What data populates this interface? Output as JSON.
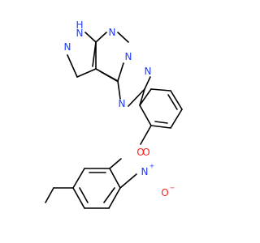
{
  "molecule": {
    "atoms": {
      "nh": {
        "symbol": "N",
        "hydrogen": "H",
        "color": "#1f3cff"
      },
      "n_pyrazole": {
        "symbol": "N",
        "color": "#1f3cff"
      },
      "n_pyrimidine": {
        "symbol": "N",
        "color": "#1f3cff"
      },
      "n_bridge": {
        "symbol": "N",
        "color": "#1f3cff"
      },
      "n_triazole_top": {
        "symbol": "N",
        "color": "#1f3cff"
      },
      "n_triazole_left": {
        "symbol": "N",
        "color": "#1f3cff"
      },
      "o_ether": {
        "symbol": "O",
        "color": "#ff1f1f"
      },
      "n_nitro": {
        "symbol": "N",
        "charge": "+",
        "color": "#1f3cff"
      },
      "o_nitro_top": {
        "symbol": "O",
        "color": "#ff1f1f"
      },
      "o_nitro_minus": {
        "symbol": "O",
        "charge": "−",
        "color": "#ff1f1f"
      }
    }
  }
}
